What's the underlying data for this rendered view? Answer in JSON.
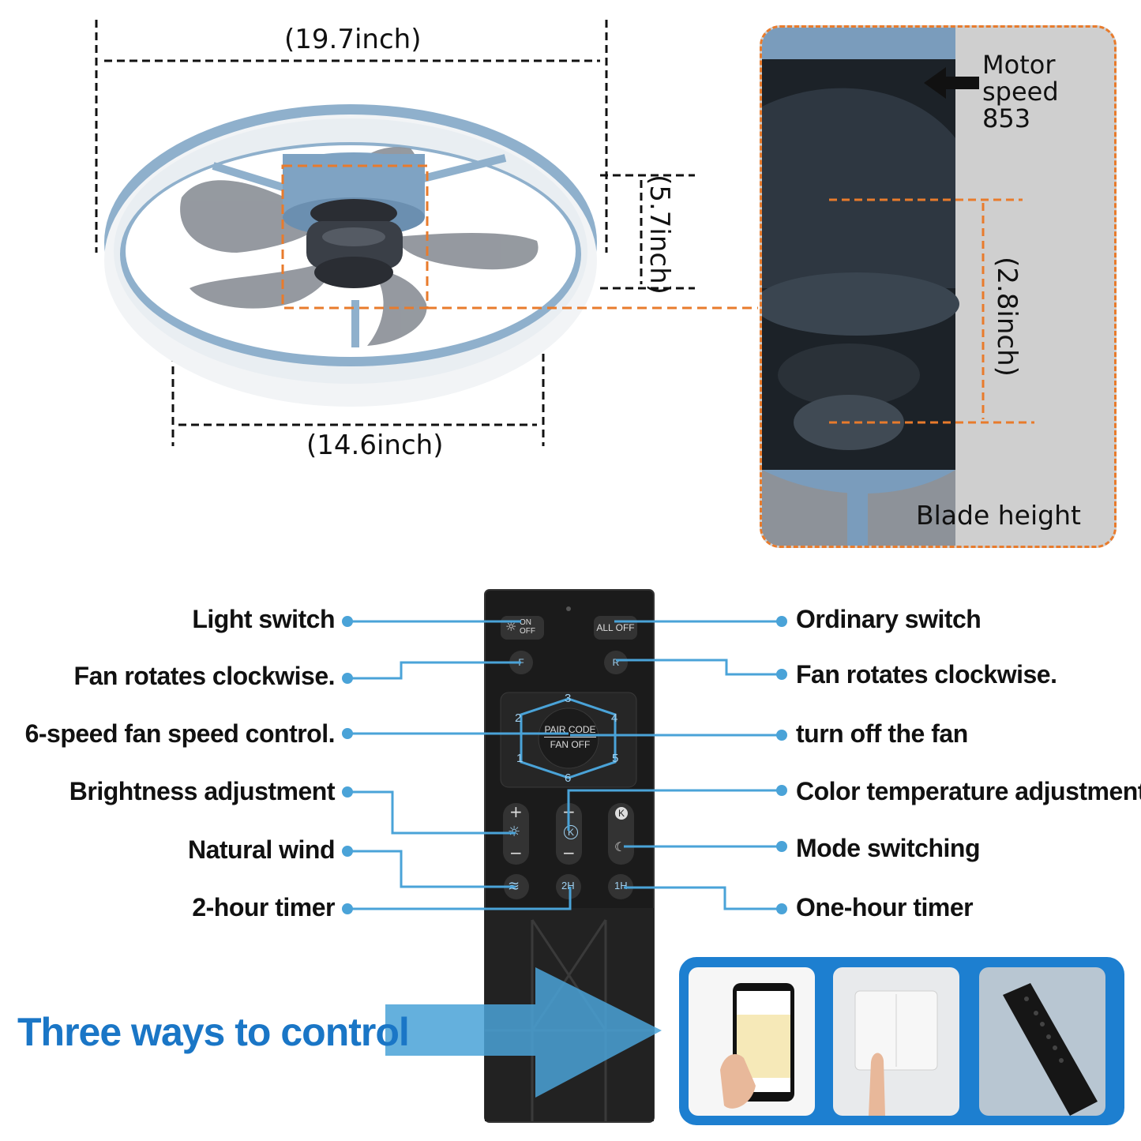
{
  "dimensions": {
    "width_label": "(19.7inch)",
    "height_label": "(5.7inch)",
    "inner_width_label": "(14.6inch)",
    "blade_height_label": "(2.8inch)"
  },
  "zoom_panel": {
    "motor_label_line1": "Motor",
    "motor_label_line2": "speed 853",
    "blade_height_caption": "Blade height"
  },
  "remote": {
    "on_off_button": "ON OFF",
    "all_off_button": "ALL OFF",
    "forward_button": "F",
    "reverse_button": "R",
    "pair_code_line1": "PAIR CODE",
    "pair_code_line2": "FAN OFF",
    "speed_numbers": [
      "1",
      "2",
      "3",
      "4",
      "5",
      "6"
    ],
    "timer_2h": "2H",
    "timer_1h": "1H",
    "plus": "+",
    "minus": "−",
    "k_symbol": "K"
  },
  "labels_left": [
    "Light switch",
    "Fan rotates clockwise.",
    "6-speed fan speed control.",
    "Brightness adjustment",
    "Natural wind",
    "2-hour timer"
  ],
  "labels_right": [
    "Ordinary switch",
    "Fan rotates clockwise.",
    "turn off the fan",
    "Color temperature adjustment",
    "Mode switching",
    "One-hour timer"
  ],
  "three_ways": {
    "title": "Three ways to control"
  },
  "colors": {
    "accent_orange": "#e87b2c",
    "callout_blue": "#4aa3d8",
    "title_blue": "#1a76c6",
    "panel_blue": "#1d7fd0",
    "remote_black": "#1b1b1b",
    "fan_ring_blue": "#8fb0cc"
  },
  "icons": [
    "sun-icon",
    "rotate-icon",
    "wind-icon",
    "moon-star-icon",
    "arrow-left-icon",
    "arrow-right-icon"
  ]
}
